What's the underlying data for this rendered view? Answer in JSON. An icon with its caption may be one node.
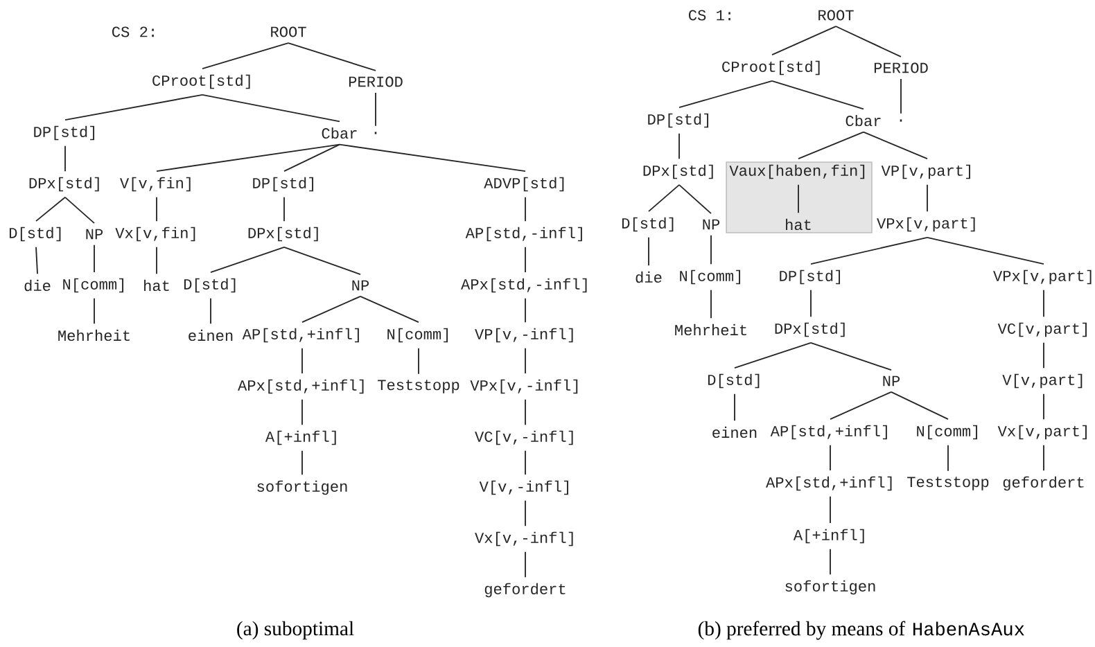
{
  "diagram": {
    "nodes": [
      {
        "text": [
          "ROOT"
        ]
      },
      {
        "text": [
          "CProot[std]"
        ]
      },
      {
        "text": [
          "PERIOD"
        ]
      },
      {
        "text": [
          "DP[std]"
        ]
      },
      {
        "text": [
          "Cbar"
        ]
      },
      {
        "text": [
          "."
        ]
      },
      {
        "text": [
          "DPx[std]"
        ]
      },
      {
        "text": [
          "V[v,fin]"
        ]
      },
      {
        "text": [
          "DP[std]"
        ]
      },
      {
        "text": [
          "ADVP[std]"
        ]
      },
      {
        "text": [
          "D[std]"
        ]
      },
      {
        "text": [
          "NP"
        ]
      },
      {
        "text": [
          "Vx[v,fin]"
        ]
      },
      {
        "text": [
          "DPx[std]"
        ]
      },
      {
        "text": [
          "AP[std,-infl]"
        ]
      },
      {
        "text": [
          "die"
        ]
      },
      {
        "text": [
          "N[comm]"
        ]
      },
      {
        "text": [
          "hat"
        ]
      },
      {
        "text": [
          "D[std]"
        ]
      },
      {
        "text": [
          "NP"
        ]
      },
      {
        "text": [
          "APx[std,-infl]"
        ]
      },
      {
        "text": [
          "Mehrheit"
        ]
      },
      {
        "text": [
          "einen"
        ]
      },
      {
        "text": [
          "AP[std,+infl]"
        ]
      },
      {
        "text": [
          "N[comm]"
        ]
      },
      {
        "text": [
          "VP[v,-infl]"
        ]
      },
      {
        "text": [
          "APx[std,+infl]"
        ]
      },
      {
        "text": [
          "Teststopp"
        ]
      },
      {
        "text": [
          "VPx[v,-infl]"
        ]
      },
      {
        "text": [
          "A[+infl]"
        ]
      },
      {
        "text": [
          "VC[v,-infl]"
        ]
      },
      {
        "text": [
          "sofortigen"
        ]
      },
      {
        "text": [
          "V[v,-infl]"
        ]
      },
      {
        "text": [
          "Vx[v,-infl]"
        ]
      },
      {
        "text": [
          "gefordert"
        ]
      },
      {
        "text": [
          "ROOT"
        ]
      },
      {
        "text": [
          "CProot[std]"
        ]
      },
      {
        "text": [
          "PERIOD"
        ]
      },
      {
        "text": [
          "DP[std]"
        ]
      },
      {
        "text": [
          "Cbar"
        ]
      },
      {
        "text": [
          "."
        ]
      },
      {
        "text": [
          "DPx[std]"
        ]
      },
      {
        "text": [],
        "shape": "box"
      },
      {
        "text": [
          "Vaux[haben,fin]"
        ],
        "in": 42
      },
      {
        "text": [
          "VP[v,part]"
        ]
      },
      {
        "text": [
          "D[std]"
        ]
      },
      {
        "text": [
          "NP"
        ]
      },
      {
        "text": [
          "hat"
        ],
        "in": 42
      },
      {
        "text": [
          "VPx[v,part]"
        ]
      },
      {
        "text": [
          "die"
        ]
      },
      {
        "text": [
          "N[comm]"
        ]
      },
      {
        "text": [
          "DP[std]"
        ]
      },
      {
        "text": [
          "VPx[v,part]"
        ]
      },
      {
        "text": [
          "Mehrheit"
        ]
      },
      {
        "text": [
          "DPx[std]"
        ]
      },
      {
        "text": [
          "VC[v,part]"
        ]
      },
      {
        "text": [
          "D[std]"
        ]
      },
      {
        "text": [
          "NP"
        ]
      },
      {
        "text": [
          "V[v,part]"
        ]
      },
      {
        "text": [
          "einen"
        ]
      },
      {
        "text": [
          "AP[std,+infl]"
        ]
      },
      {
        "text": [
          "N[comm]"
        ]
      },
      {
        "text": [
          "Vx[v,part]"
        ]
      },
      {
        "text": [
          "APx[std,+infl]"
        ]
      },
      {
        "text": [
          "Teststopp"
        ]
      },
      {
        "text": [
          "gefordert"
        ]
      },
      {
        "text": [
          "A[+infl]"
        ]
      },
      {
        "text": [
          "sofortigen"
        ]
      }
    ],
    "edges": [
      {
        "from": 0,
        "to": 1,
        "arrow": "none"
      },
      {
        "from": 0,
        "to": 2,
        "arrow": "none"
      },
      {
        "from": 1,
        "to": 3,
        "arrow": "none"
      },
      {
        "from": 1,
        "to": 4,
        "arrow": "none"
      },
      {
        "from": 2,
        "to": 5,
        "arrow": "none"
      },
      {
        "from": 3,
        "to": 6,
        "arrow": "none"
      },
      {
        "from": 4,
        "to": 7,
        "arrow": "none"
      },
      {
        "from": 4,
        "to": 8,
        "arrow": "none"
      },
      {
        "from": 4,
        "to": 9,
        "arrow": "none"
      },
      {
        "from": 6,
        "to": 10,
        "arrow": "none"
      },
      {
        "from": 6,
        "to": 11,
        "arrow": "none"
      },
      {
        "from": 7,
        "to": 12,
        "arrow": "none"
      },
      {
        "from": 8,
        "to": 13,
        "arrow": "none"
      },
      {
        "from": 9,
        "to": 14,
        "arrow": "none"
      },
      {
        "from": 10,
        "to": 15,
        "arrow": "none"
      },
      {
        "from": 11,
        "to": 16,
        "arrow": "none"
      },
      {
        "from": 12,
        "to": 17,
        "arrow": "none"
      },
      {
        "from": 13,
        "to": 18,
        "arrow": "none"
      },
      {
        "from": 13,
        "to": 19,
        "arrow": "none"
      },
      {
        "from": 14,
        "to": 20,
        "arrow": "none"
      },
      {
        "from": 16,
        "to": 21,
        "arrow": "none"
      },
      {
        "from": 18,
        "to": 22,
        "arrow": "none"
      },
      {
        "from": 19,
        "to": 23,
        "arrow": "none"
      },
      {
        "from": 19,
        "to": 24,
        "arrow": "none"
      },
      {
        "from": 20,
        "to": 25,
        "arrow": "none"
      },
      {
        "from": 23,
        "to": 26,
        "arrow": "none"
      },
      {
        "from": 24,
        "to": 27,
        "arrow": "none"
      },
      {
        "from": 25,
        "to": 28,
        "arrow": "none"
      },
      {
        "from": 26,
        "to": 29,
        "arrow": "none"
      },
      {
        "from": 28,
        "to": 30,
        "arrow": "none"
      },
      {
        "from": 29,
        "to": 31,
        "arrow": "none"
      },
      {
        "from": 30,
        "to": 32,
        "arrow": "none"
      },
      {
        "from": 32,
        "to": 33,
        "arrow": "none"
      },
      {
        "from": 33,
        "to": 34,
        "arrow": "none"
      },
      {
        "from": 35,
        "to": 36,
        "arrow": "none"
      },
      {
        "from": 35,
        "to": 37,
        "arrow": "none"
      },
      {
        "from": 36,
        "to": 38,
        "arrow": "none"
      },
      {
        "from": 36,
        "to": 39,
        "arrow": "none"
      },
      {
        "from": 37,
        "to": 40,
        "arrow": "none"
      },
      {
        "from": 38,
        "to": 41,
        "arrow": "none"
      },
      {
        "from": 39,
        "to": 43,
        "arrow": "none"
      },
      {
        "from": 39,
        "to": 44,
        "arrow": "none"
      },
      {
        "from": 41,
        "to": 45,
        "arrow": "none"
      },
      {
        "from": 41,
        "to": 46,
        "arrow": "none"
      },
      {
        "from": 43,
        "to": 47,
        "arrow": "none"
      },
      {
        "from": 44,
        "to": 48,
        "arrow": "none"
      },
      {
        "from": 45,
        "to": 49,
        "arrow": "none"
      },
      {
        "from": 46,
        "to": 50,
        "arrow": "none"
      },
      {
        "from": 48,
        "to": 51,
        "arrow": "none"
      },
      {
        "from": 48,
        "to": 52,
        "arrow": "none"
      },
      {
        "from": 50,
        "to": 53,
        "arrow": "none"
      },
      {
        "from": 51,
        "to": 54,
        "arrow": "none"
      },
      {
        "from": 52,
        "to": 55,
        "arrow": "none"
      },
      {
        "from": 54,
        "to": 56,
        "arrow": "none"
      },
      {
        "from": 54,
        "to": 57,
        "arrow": "none"
      },
      {
        "from": 55,
        "to": 58,
        "arrow": "none"
      },
      {
        "from": 56,
        "to": 59,
        "arrow": "none"
      },
      {
        "from": 57,
        "to": 60,
        "arrow": "none"
      },
      {
        "from": 57,
        "to": 61,
        "arrow": "none"
      },
      {
        "from": 58,
        "to": 62,
        "arrow": "none"
      },
      {
        "from": 60,
        "to": 63,
        "arrow": "none"
      },
      {
        "from": 61,
        "to": 64,
        "arrow": "none"
      },
      {
        "from": 62,
        "to": 65,
        "arrow": "none"
      },
      {
        "from": 63,
        "to": 66,
        "arrow": "none"
      },
      {
        "from": 66,
        "to": 67,
        "arrow": "none"
      }
    ],
    "labels": [
      "CS 2:",
      "CS 1:",
      "(a) suboptimal",
      "(b) preferred by means of",
      "HabenAsAux"
    ]
  }
}
